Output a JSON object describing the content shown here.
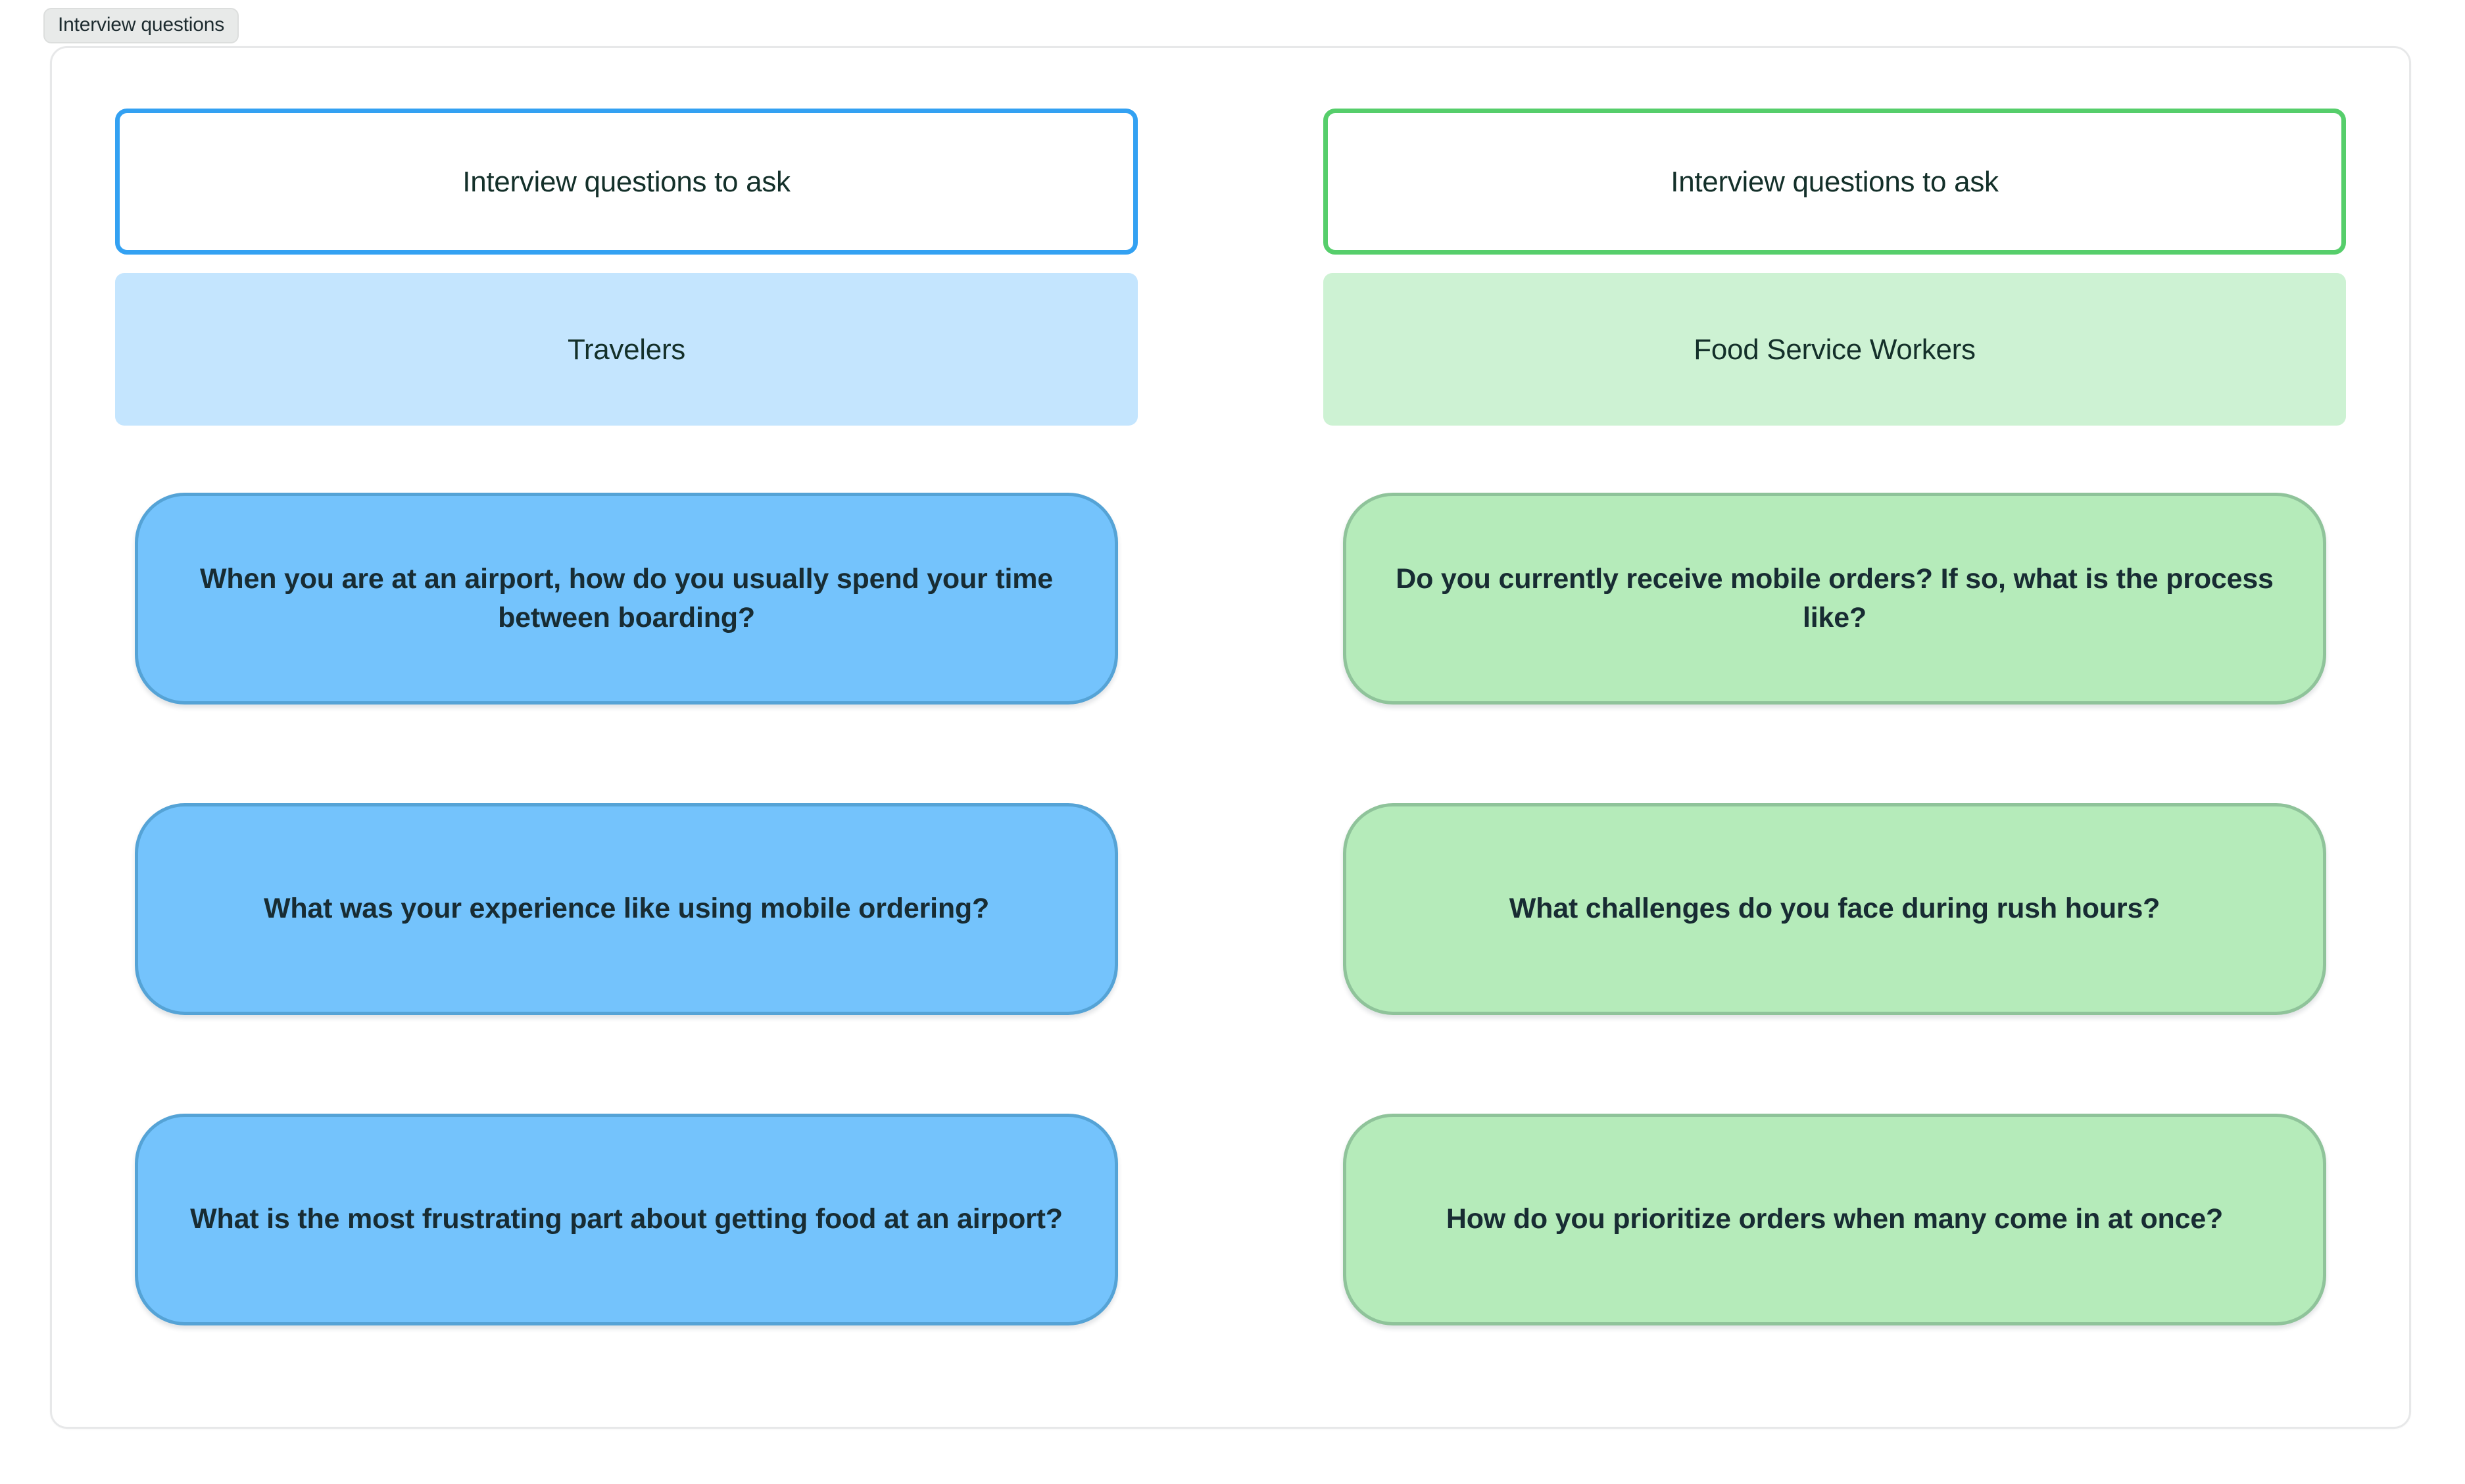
{
  "tab": {
    "label": "Interview questions"
  },
  "board": {
    "columns": [
      {
        "accent_color": "#33a1f2",
        "band_color": "#c4e5fe",
        "pill_color": "#74c3fc",
        "pill_border_color": "#55a3d6",
        "title": "Interview questions to ask",
        "segment": "Travelers",
        "questions": [
          "When you are at an airport, how do you usually spend your time between boarding?",
          "What was your experience like using mobile ordering?",
          "What is the most frustrating part about getting food at an airport?"
        ]
      },
      {
        "accent_color": "#56ce6b",
        "band_color": "#cdf2d3",
        "pill_color": "#b5ebba",
        "pill_border_color": "#8fc39a",
        "title": "Interview questions to ask",
        "segment": "Food Service Workers",
        "questions": [
          "Do you currently receive mobile orders? If so, what is the process like?",
          "What challenges do you face during rush hours?",
          "How do you prioritize orders when many come in at once?"
        ]
      }
    ]
  }
}
